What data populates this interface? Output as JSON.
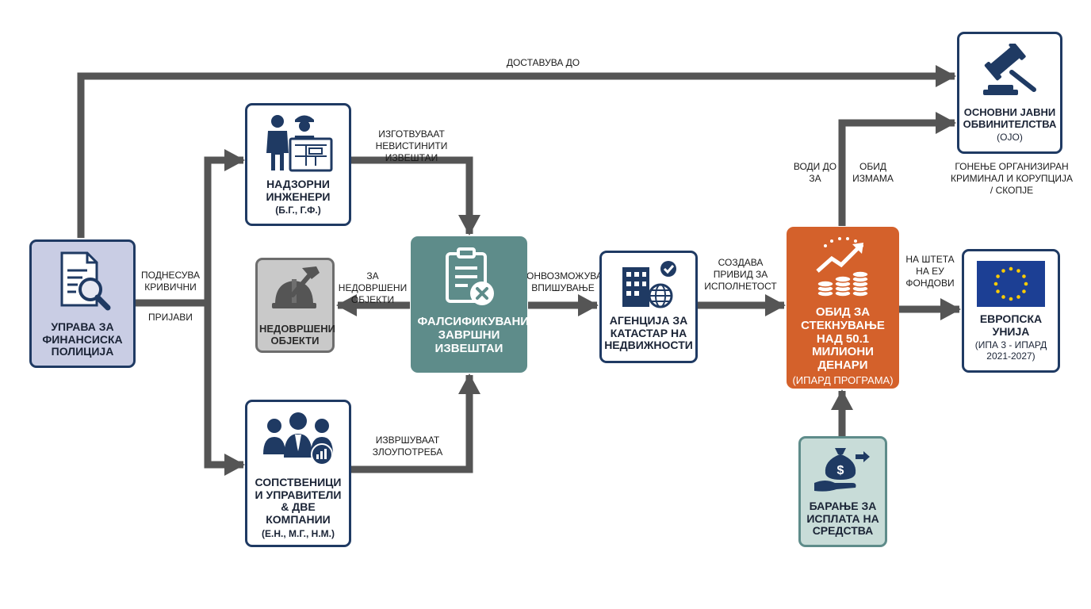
{
  "diagram": {
    "nodes": {
      "police": {
        "label": "УПРАВА ЗА ФИНАНСИСКА ПОЛИЦИЈА"
      },
      "engineers": {
        "label": "НАДЗОРНИ ИНЖЕНЕРИ",
        "sublabel": "(Б.Г., Г.Ф.)"
      },
      "owners": {
        "label": "СОПСТВЕНИЦИ И УПРАВИТЕЛИ & ДВЕ КОМПАНИИ",
        "sublabel": "(Е.Н., М.Г., Н.М.)"
      },
      "unfinished": {
        "label": "НЕДОВРШЕНИ ОБЈЕКТИ"
      },
      "reports": {
        "label": "ФАЛСИФИКУВАНИ ЗАВРШНИ ИЗВЕШТАИ"
      },
      "cadastre": {
        "label": "АГЕНЦИЈА ЗА КАТАСТАР НА НЕДВИЖНОСТИ"
      },
      "attempt": {
        "label": "ОБИД ЗА СТЕКНУВАЊЕ НАД 50.1 МИЛИОНИ ДЕНАРИ",
        "sublabel": "(ИПАРД ПРОГРАМА)"
      },
      "prosecutor": {
        "label": "ОСНОВНИ ЈАВНИ ОБВИНИТЕЛСТВА",
        "sublabel": "(OJO)",
        "caption": "ГОНЕЊЕ ОРГАНИЗИРАН КРИМИНАЛ И КОРУПЦИЈА / СКОПЈЕ"
      },
      "eu": {
        "label": "ЕВРОПСКА УНИЈА",
        "sublabel": "(ИПА 3 - ИПАРД 2021-2027)"
      },
      "payment": {
        "label": "БАРАЊЕ ЗА ИСПЛАТА НА СРЕДСТВА"
      }
    },
    "edges": {
      "delivers": "ДОСТАВУВА ДО",
      "files_a": "ПОДНЕСУВА КРИВИЧНИ",
      "files_b": "ПРИЈАВИ",
      "prepare_a": "ИЗГОТВУВААТ",
      "prepare_b": "НЕВИСТИНИТИ ИЗВЕШТАИ",
      "commit_a": "ИЗВРШУВААТ",
      "commit_b": "ЗЛОУПОТРЕБА",
      "unfinished_a": "ЗА НЕДОВРШЕНИ",
      "unfinished_b": "ОБЈЕКТИ",
      "enables_a": "ОНВОЗМОЖУВА",
      "enables_b": "ВПИШУВАЊЕ",
      "creates_a": "СОЗДАВА",
      "creates_b": "ПРИВИД ЗА",
      "creates_c": "ИСПОЛНЕТОСТ",
      "leads_a": "ВОДИ ДО",
      "leads_b": "ЗА",
      "attempt_a": "ОБИД",
      "attempt_b": "ИЗМАМА",
      "damage_a": "НА ШТЕТА",
      "damage_b": "НА ЕУ",
      "damage_c": "ФОНДОВИ"
    }
  },
  "colors": {
    "navy": "#1f3a63",
    "arrow": "#555555",
    "teal": "#5e8c8a",
    "orange": "#d4612b",
    "gray_box": "#c9c9c9",
    "lavender": "#c9cde4",
    "mint": "#c8dcd8",
    "eu_blue": "#1c3f94",
    "eu_star": "#ffcc00"
  }
}
